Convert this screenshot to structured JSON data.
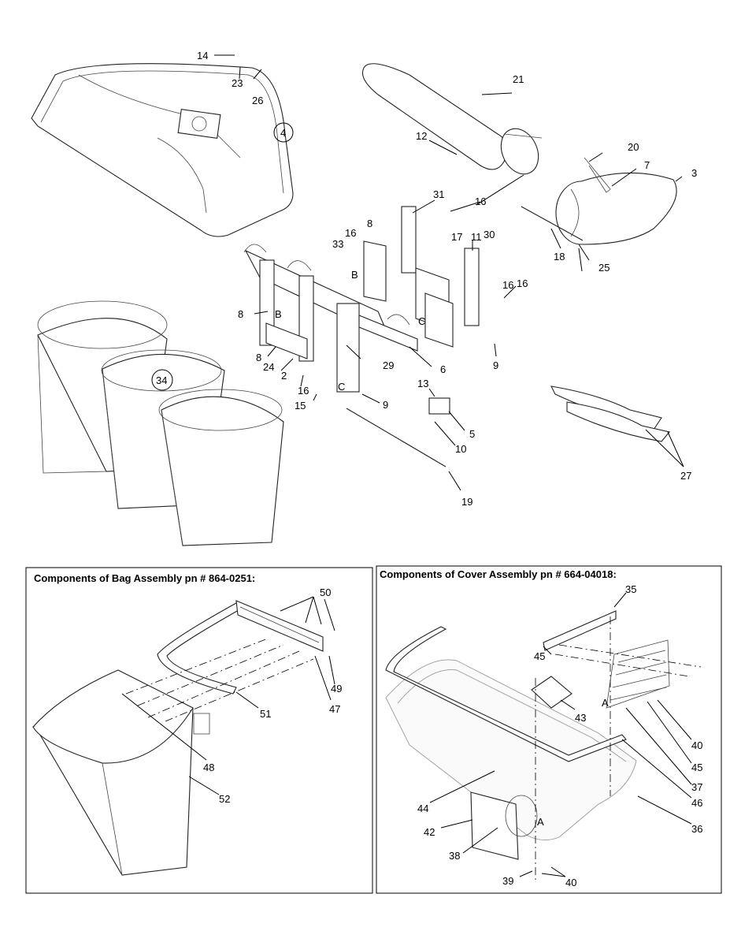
{
  "panels": {
    "bag_assembly_title": "Components of Bag Assembly pn # 864-0251:",
    "cover_assembly_title": "Components of Cover Assembly pn # 664-04018:"
  },
  "main_callouts": [
    "14",
    "23",
    "26",
    "4",
    "21",
    "12",
    "20",
    "7",
    "3",
    "16",
    "31",
    "8",
    "16",
    "33",
    "17",
    "11",
    "30",
    "16",
    "18",
    "25",
    "B",
    "B",
    "C",
    "C",
    "8",
    "16",
    "8",
    "24",
    "2",
    "16",
    "29",
    "6",
    "9",
    "34",
    "13",
    "15",
    "9",
    "5",
    "10",
    "27",
    "19"
  ],
  "bag_callouts": [
    "50",
    "49",
    "47",
    "51",
    "48",
    "52"
  ],
  "cover_callouts": [
    "35",
    "45",
    "43",
    "A",
    "40",
    "45",
    "37",
    "46",
    "44",
    "36",
    "42",
    "A",
    "38",
    "39",
    "40"
  ]
}
